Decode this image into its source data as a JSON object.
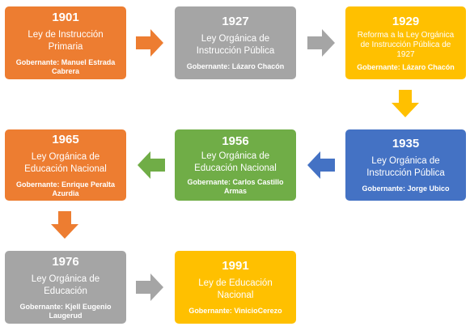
{
  "colors": {
    "orange": "#ED7D31",
    "gray": "#A5A5A5",
    "gold": "#FFC000",
    "blue": "#4472C4",
    "green": "#70AD47"
  },
  "nodes": [
    {
      "year": "1901",
      "law": "Ley de Instrucción Primaria",
      "governor": "Gobernante: Manuel Estrada Cabrera"
    },
    {
      "year": "1927",
      "law": "Ley Orgánica de Instrucción Pública",
      "governor": "Gobernante: Lázaro Chacón"
    },
    {
      "year": "1929",
      "law": "Reforma a la Ley Orgánica de Instrucción Pública de 1927",
      "governor": "Gobernante: Lázaro Chacón"
    },
    {
      "year": "1935",
      "law": "Ley Orgánica de Instrucción Pública",
      "governor": "Gobernante: Jorge Ubico"
    },
    {
      "year": "1956",
      "law": "Ley Orgánica de Educación Nacional",
      "governor": "Gobernante: Carlos Castillo Armas"
    },
    {
      "year": "1965",
      "law": "Ley Orgánica de Educación Nacional",
      "governor": "Gobernante: Enrique Peralta Azurdia"
    },
    {
      "year": "1976",
      "law": "Ley Orgánica de Educación",
      "governor": "Gobernante:  Kjell Eugenio Laugerud"
    },
    {
      "year": "1991",
      "law": "Ley de Educación Nacional",
      "governor": "Gobernante: VinicioCerezo"
    }
  ]
}
